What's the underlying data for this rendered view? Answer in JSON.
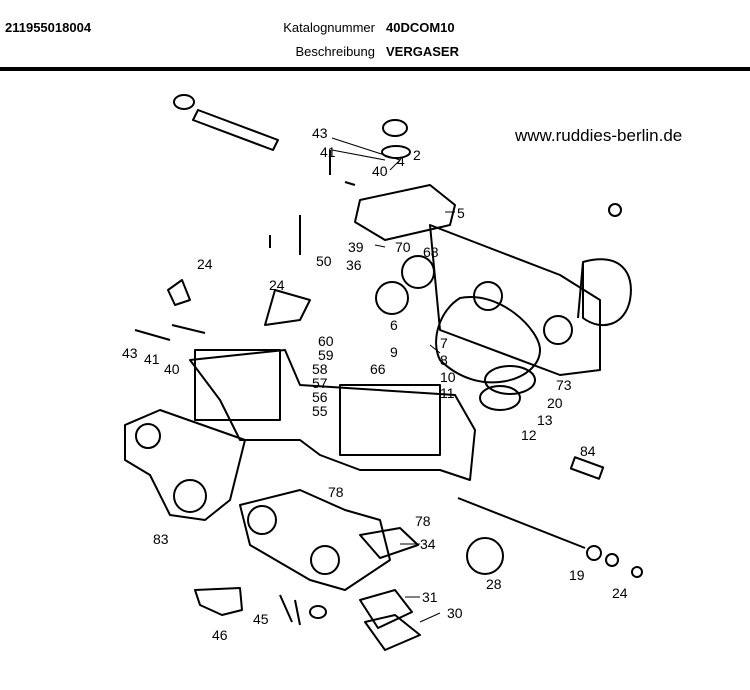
{
  "header": {
    "part_number": "211955018004",
    "catalog_label": "Katalognummer",
    "catalog_value": "40DCOM10",
    "description_label": "Beschreibung",
    "description_value": "VERGASER"
  },
  "watermark_url": "www.ruddies-berlin.de",
  "callouts": [
    "43",
    "41",
    "40",
    "4",
    "2",
    "5",
    "39",
    "36",
    "70",
    "68",
    "50",
    "24",
    "24",
    "6",
    "7",
    "60",
    "59",
    "58",
    "57",
    "56",
    "55",
    "66",
    "9",
    "8",
    "10",
    "11",
    "43",
    "41",
    "40",
    "73",
    "20",
    "13",
    "12",
    "84",
    "78",
    "78",
    "83",
    "34",
    "19",
    "28",
    "24",
    "31",
    "30",
    "45",
    "46"
  ]
}
